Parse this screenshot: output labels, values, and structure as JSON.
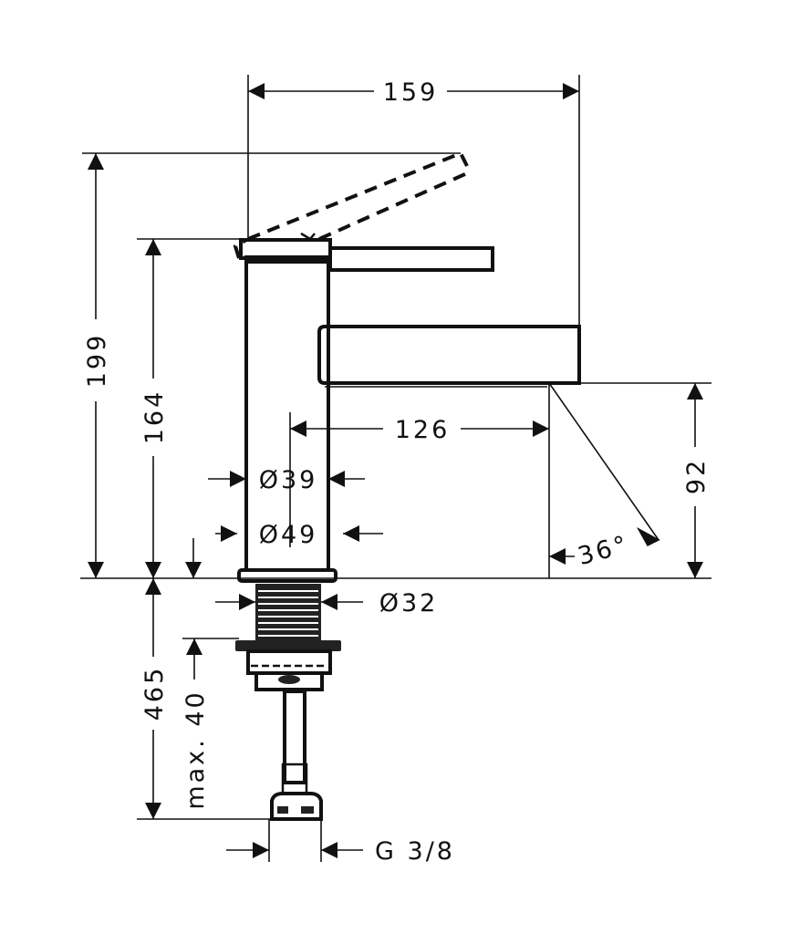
{
  "dimensions": {
    "overall_width": "159",
    "overall_height": "199",
    "body_height": "164",
    "spout_projection": "126",
    "spout_clearance": "92",
    "angle": "36°",
    "body_diameter": "Ø39",
    "base_diameter": "Ø49",
    "thread_diameter": "Ø32",
    "below_deck_length": "465",
    "max_deck_thickness": "max. 40",
    "connection": "G 3/8"
  }
}
